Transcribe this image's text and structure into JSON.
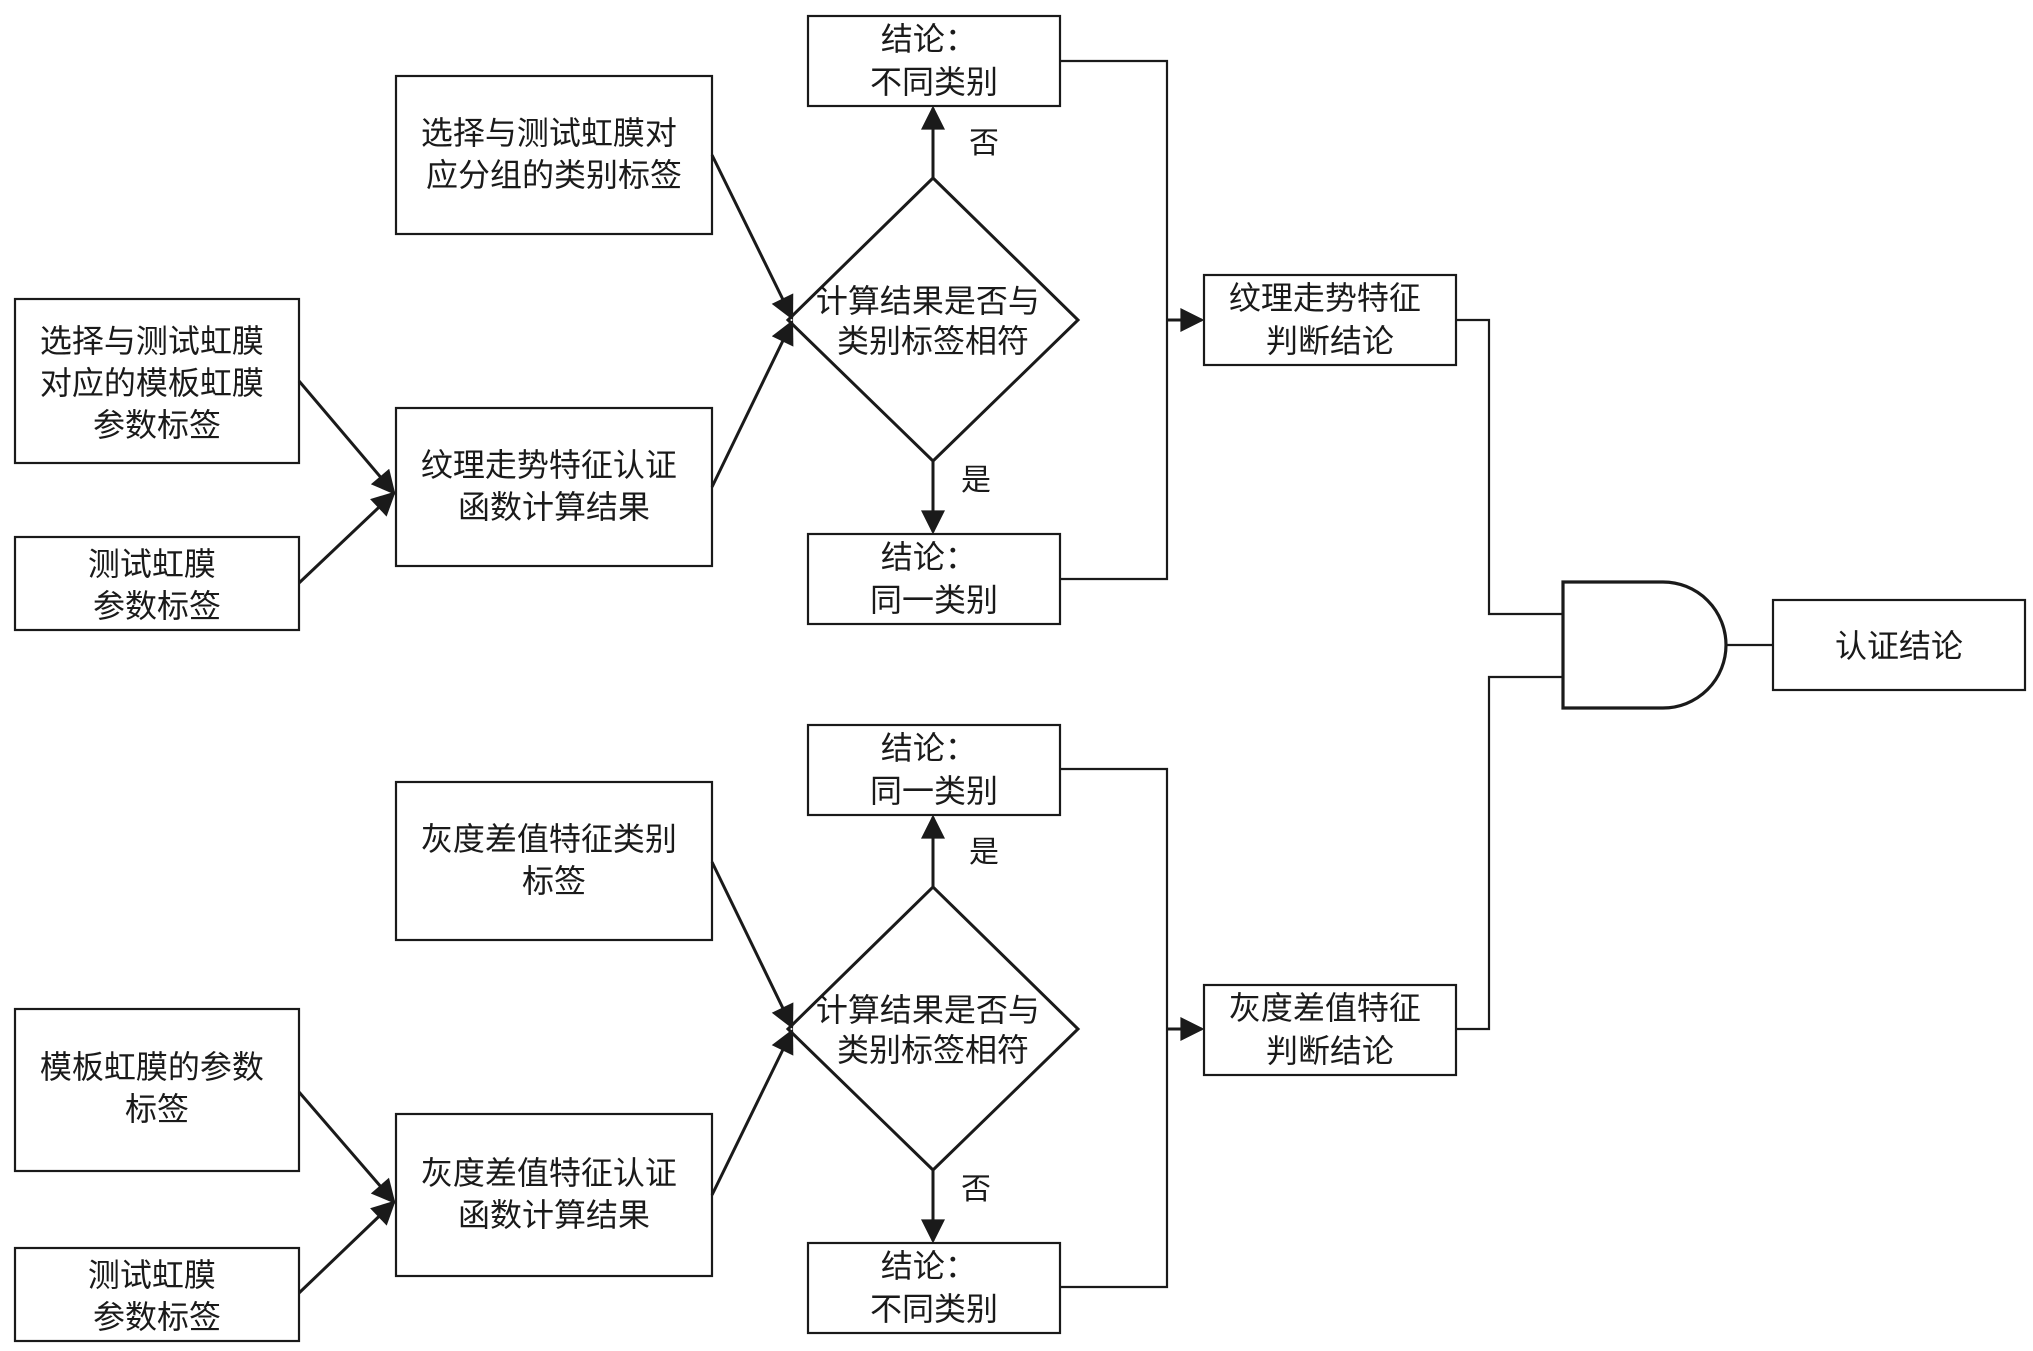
{
  "nodes": {
    "top": {
      "class_label_select": [
        "选择与测试虹膜对",
        "应分组的类别标签"
      ],
      "template_param_label": [
        "选择与测试虹膜",
        "对应的模板虹膜",
        "参数标签"
      ],
      "test_param_label": [
        "测试虹膜",
        "参数标签"
      ],
      "auth_result": [
        "纹理走势特征认证",
        "函数计算结果"
      ],
      "decision": [
        "计算结果是否与",
        "类别标签相符"
      ],
      "conclusion_no": [
        "结论：",
        "不同类别"
      ],
      "conclusion_yes": [
        "结论：",
        "同一类别"
      ],
      "judgment": [
        "纹理走势特征",
        "判断结论"
      ],
      "yes_label": "是",
      "no_label": "否"
    },
    "bottom": {
      "class_label": [
        "灰度差值特征类别",
        "标签"
      ],
      "template_param_label": [
        "模板虹膜的参数",
        "标签"
      ],
      "test_param_label": [
        "测试虹膜",
        "参数标签"
      ],
      "auth_result": [
        "灰度差值特征认证",
        "函数计算结果"
      ],
      "decision": [
        "计算结果是否与",
        "类别标签相符"
      ],
      "conclusion_yes": [
        "结论：",
        "同一类别"
      ],
      "conclusion_no": [
        "结论：",
        "不同类别"
      ],
      "judgment": [
        "灰度差值特征",
        "判断结论"
      ],
      "yes_label": "是",
      "no_label": "否"
    },
    "final": "认证结论"
  }
}
